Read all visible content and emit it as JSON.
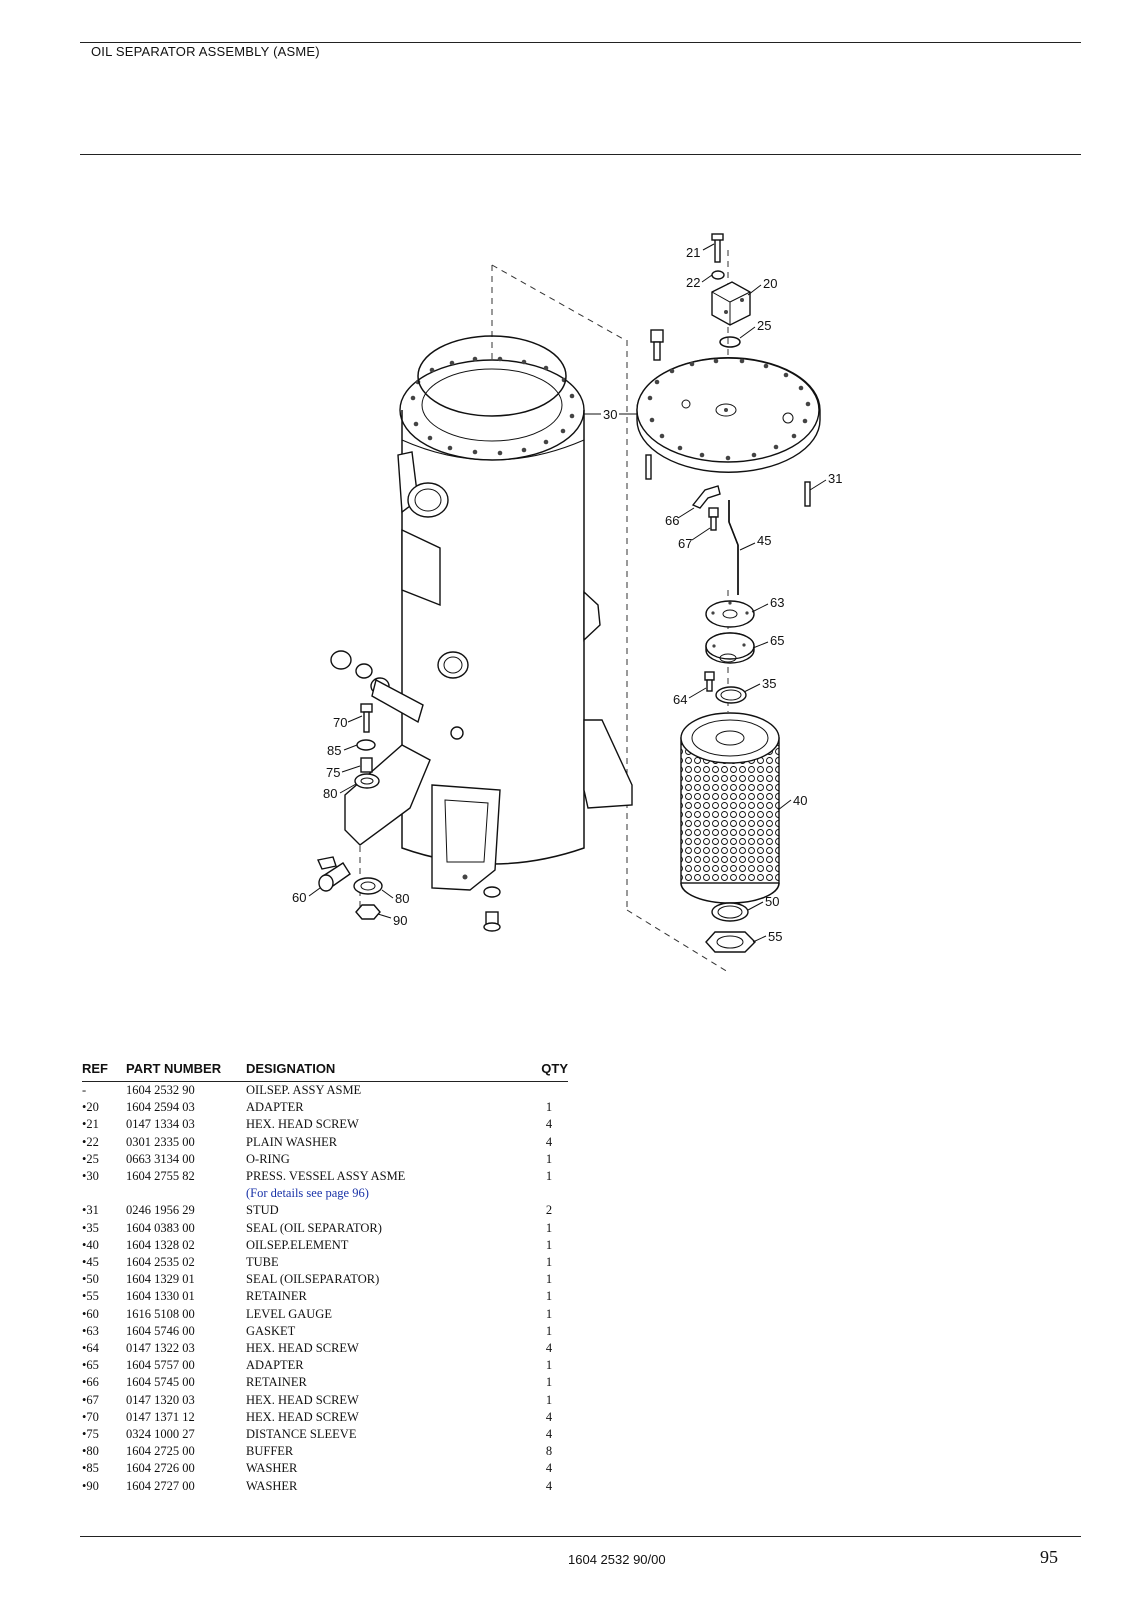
{
  "header": {
    "title": "OIL SEPARATOR ASSEMBLY (ASME)"
  },
  "drawing": {
    "callouts": {
      "c21": "21",
      "c22": "22",
      "c20": "20",
      "c25": "25",
      "c30": "30",
      "c31": "31",
      "c66": "66",
      "c67": "67",
      "c45": "45",
      "c63": "63",
      "c65": "65",
      "c64": "64",
      "c35": "35",
      "c40": "40",
      "c50": "50",
      "c55": "55",
      "c70": "70",
      "c85": "85",
      "c75": "75",
      "c80a": "80",
      "c60": "60",
      "c80b": "80",
      "c90": "90"
    }
  },
  "table": {
    "headers": {
      "ref": "REF",
      "part_number": "PART NUMBER",
      "designation": "DESIGNATION",
      "qty": "QTY"
    },
    "main": {
      "ref": "-",
      "part_number": "1604 2532 90",
      "designation": "OILSEP. ASSY ASME"
    },
    "rows": [
      {
        "ref": "•20",
        "part_number": "1604 2594 03",
        "designation": "ADAPTER",
        "qty": "1"
      },
      {
        "ref": "•21",
        "part_number": "0147 1334 03",
        "designation": "HEX. HEAD SCREW",
        "qty": "4"
      },
      {
        "ref": "•22",
        "part_number": "0301 2335 00",
        "designation": "PLAIN WASHER",
        "qty": "4"
      },
      {
        "ref": "•25",
        "part_number": "0663 3134 00",
        "designation": "O-RING",
        "qty": "1"
      },
      {
        "ref": "•30",
        "part_number": "1604 2755 82",
        "designation": "PRESS. VESSEL ASSY ASME",
        "qty": "1"
      }
    ],
    "note": "(For details see page 96)",
    "rows2": [
      {
        "ref": "•31",
        "part_number": "0246 1956 29",
        "designation": "STUD",
        "qty": "2"
      },
      {
        "ref": "•35",
        "part_number": "1604 0383 00",
        "designation": "SEAL (OIL SEPARATOR)",
        "qty": "1"
      },
      {
        "ref": "•40",
        "part_number": "1604 1328 02",
        "designation": "OILSEP.ELEMENT",
        "qty": "1"
      },
      {
        "ref": "•45",
        "part_number": "1604 2535 02",
        "designation": "TUBE",
        "qty": "1"
      },
      {
        "ref": "•50",
        "part_number": "1604 1329 01",
        "designation": "SEAL (OILSEPARATOR)",
        "qty": "1"
      },
      {
        "ref": "•55",
        "part_number": "1604 1330 01",
        "designation": "RETAINER",
        "qty": "1"
      },
      {
        "ref": "•60",
        "part_number": "1616 5108 00",
        "designation": "LEVEL GAUGE",
        "qty": "1"
      },
      {
        "ref": "•63",
        "part_number": "1604 5746 00",
        "designation": "GASKET",
        "qty": "1"
      },
      {
        "ref": "•64",
        "part_number": "0147 1322 03",
        "designation": "HEX. HEAD SCREW",
        "qty": "4"
      },
      {
        "ref": "•65",
        "part_number": "1604 5757 00",
        "designation": "ADAPTER",
        "qty": "1"
      },
      {
        "ref": "•66",
        "part_number": "1604 5745 00",
        "designation": "RETAINER",
        "qty": "1"
      },
      {
        "ref": "•67",
        "part_number": "0147 1320 03",
        "designation": "HEX. HEAD SCREW",
        "qty": "1"
      },
      {
        "ref": "•70",
        "part_number": "0147 1371 12",
        "designation": "HEX. HEAD SCREW",
        "qty": "4"
      },
      {
        "ref": "•75",
        "part_number": "0324 1000 27",
        "designation": "DISTANCE SLEEVE",
        "qty": "4"
      },
      {
        "ref": "•80",
        "part_number": "1604 2725 00",
        "designation": "BUFFER",
        "qty": "8"
      },
      {
        "ref": "•85",
        "part_number": "1604 2726 00",
        "designation": "WASHER",
        "qty": "4"
      },
      {
        "ref": "•90",
        "part_number": "1604 2727 00",
        "designation": "WASHER",
        "qty": "4"
      }
    ]
  },
  "footer": {
    "code": "1604 2532 90/00",
    "page": "95"
  }
}
